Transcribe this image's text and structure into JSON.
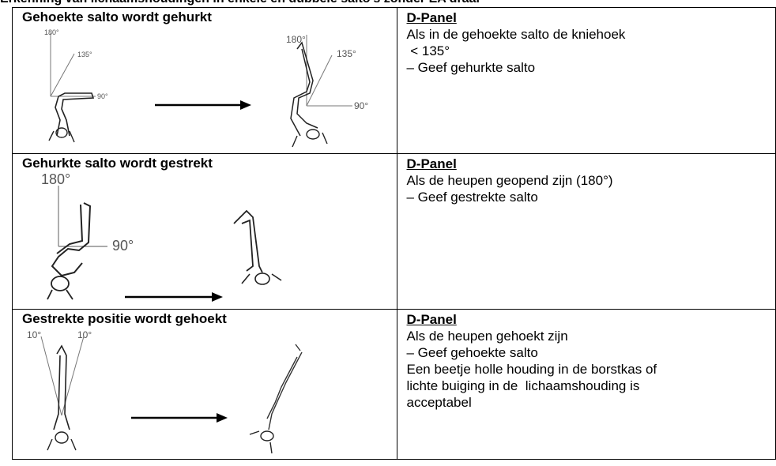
{
  "page": {
    "heading": "Erkenning van lichaamshoudingen in enkele en dubbele salto's zonder EA draai"
  },
  "rows": [
    {
      "left_title": "Gehoekte salto wordt gehurkt",
      "figure": {
        "angle_labels": [
          "180°",
          "135°",
          "90°",
          "180°",
          "135°",
          "90°"
        ]
      },
      "panel_title": "D-Panel",
      "lines": [
        "Als in de gehoekte salto de kniehoek",
        " < 135°",
        "– Geef gehurkte salto"
      ]
    },
    {
      "left_title": "Gehurkte salto wordt gestrekt",
      "figure": {
        "angle_labels": [
          "180°",
          "90°"
        ]
      },
      "panel_title": "D-Panel",
      "lines": [
        "Als de heupen geopend zijn (180°)",
        "– Geef gestrekte salto"
      ]
    },
    {
      "left_title": "Gestrekte positie wordt gehoekt",
      "figure": {
        "angle_labels": [
          "10°",
          "10°"
        ]
      },
      "panel_title": "D-Panel",
      "lines": [
        "Als de heupen gehoekt zijn",
        "– Geef gehoekte salto",
        "",
        "Een beetje holle houding in de borstkas of",
        "lichte buiging in de  lichaamshouding is",
        "acceptabel"
      ]
    }
  ]
}
